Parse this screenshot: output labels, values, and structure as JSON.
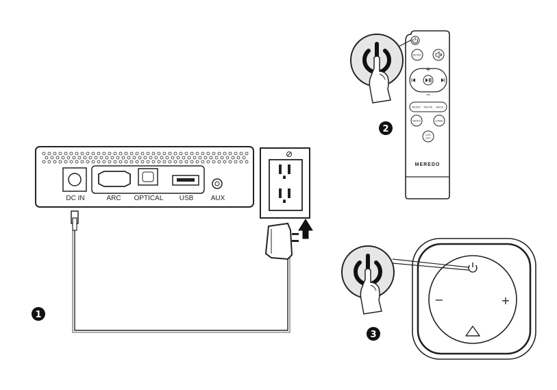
{
  "steps": {
    "step1": "1",
    "step2": "2",
    "step3": "3"
  },
  "soundbar_ports": {
    "dc_in": "DC IN",
    "arc": "ARC",
    "optical": "OPTICAL",
    "usb": "USB",
    "aux": "AUX"
  },
  "remote": {
    "mode": "MODE",
    "mute_icon": "speaker-mute-icon",
    "plus": "+",
    "minus": "−",
    "prev_icon": "previous-track-icon",
    "play_pause_icon": "play-pause-icon",
    "next_icon": "next-track-icon",
    "music": "MUSIC",
    "movie": "MOVIE",
    "bass": "BASS",
    "news": "NEWS",
    "game": "GAME",
    "led_line1": "LED",
    "led_line2": "OFF",
    "brand": "MEREDO"
  },
  "top_panel": {
    "minus": "−",
    "plus": "+"
  },
  "icons": {
    "power": "power-icon",
    "finger": "pointing-finger-icon",
    "plug": "power-plug-icon",
    "arrow": "up-arrow-icon"
  },
  "colors": {
    "line": "#222222",
    "badge": "#111111",
    "zoom_fill": "#e6e6e6",
    "panel_fill": "#ffffff"
  }
}
